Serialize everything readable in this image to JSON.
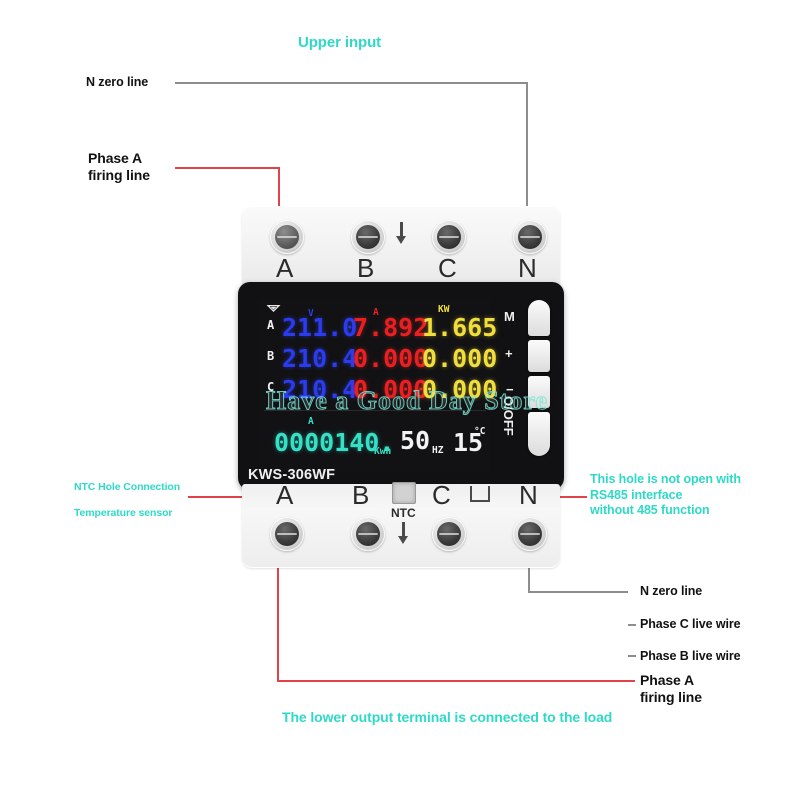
{
  "annotations": {
    "upper_input": "Upper input",
    "lower_output": "The lower output terminal is connected to the load",
    "top_left_n": "N zero line",
    "top_left_phase_a": "Phase A\nfiring line",
    "ntc_hole": "NTC Hole Connection",
    "temp_sensor": "Temperature sensor",
    "rs485_note": "This hole is not open with\nRS485 interface\nwithout 485 function",
    "bottom_right_n": "N zero line",
    "bottom_right_c": "Phase C live wire",
    "bottom_right_b": "Phase B live wire",
    "bottom_right_a": "Phase A\nfiring line"
  },
  "device": {
    "model": "KWS-306WF",
    "watermark": "Have a Good Day Store",
    "top_terminals": [
      "A",
      "B",
      "C",
      "N"
    ],
    "bottom_terminals": [
      "A",
      "B",
      "C",
      "N"
    ],
    "ntc_label": "NTC",
    "buttons": [
      "M",
      "+",
      "−",
      "O/OFF"
    ],
    "wifi_icon": "wifi-icon"
  },
  "lcd": {
    "units": {
      "volt": "V",
      "amp": "A",
      "kw": "KW",
      "kwh": "Kwh",
      "hz": "HZ",
      "amp_small": "A"
    },
    "phases": [
      "A",
      "B",
      "C"
    ],
    "rows": [
      {
        "phase": "A",
        "voltage": "211.0",
        "current": "7.892",
        "power": "1.665"
      },
      {
        "phase": "B",
        "voltage": "210.4",
        "current": "0.000",
        "power": "0.000"
      },
      {
        "phase": "C",
        "voltage": "210.4",
        "current": "0.000",
        "power": "0.000"
      }
    ],
    "energy": "0000140.",
    "frequency": "50",
    "temperature": "15",
    "temp_unit": "°C"
  },
  "colors": {
    "cyan": "#2fd9c8",
    "red_line": "#e2424a",
    "gray_line": "#8d8d8d",
    "lcd_blue": "#2b3bf0",
    "lcd_red": "#ea1f22",
    "lcd_yellow": "#f2de3a",
    "lcd_cyan": "#34e0c6"
  }
}
